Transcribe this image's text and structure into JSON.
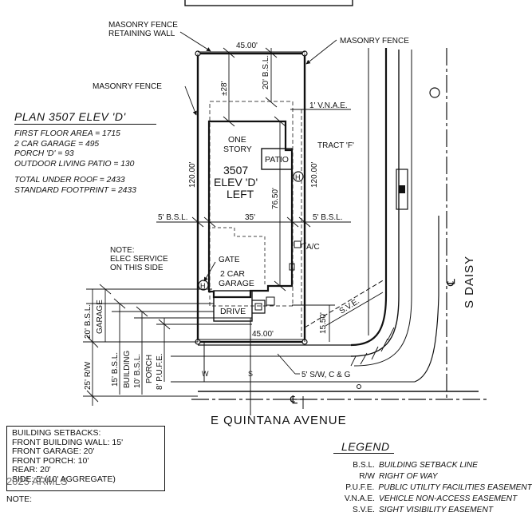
{
  "plan": {
    "title": "PLAN 3507 ELEV 'D'",
    "lines": [
      "FIRST FLOOR AREA = 1715",
      "2 CAR GARAGE = 495",
      "PORCH 'D' = 93",
      "OUTDOOR LIVING PATIO = 130"
    ],
    "totals": [
      "TOTAL UNDER ROOF = 2433",
      "STANDARD FOOTPRINT = 2433"
    ]
  },
  "callouts": {
    "masonry_retaining": "MASONRY FENCE",
    "masonry_retaining_2": "RETAINING WALL",
    "masonry_left": "MASONRY FENCE",
    "masonry_right": "MASONRY FENCE",
    "tract": "TRACT 'F'",
    "vnae": "1' V.N.A.E.",
    "note_label": "NOTE:",
    "elec_1": "ELEC SERVICE",
    "elec_2": "ON THIS SIDE",
    "gate": "GATE",
    "ac": "A/C",
    "sve": "S.V.E.",
    "sidewalk": "5' S/W, C & G"
  },
  "dims": {
    "top_width": "45.00'",
    "bottom_width": "45.00'",
    "depth_left": "120.00'",
    "depth_right": "120.00'",
    "rear_bsl": "20' B.S.L.",
    "rear_28": "±28'",
    "house_depth": "76.50'",
    "bsl_left": "5' B.S.L.",
    "bsl_right": "5' B.S.L.",
    "house_width": "35'",
    "sve_dim": "15.50'",
    "garage_bsl": "20' B.S.L.",
    "garage_word": "GARAGE",
    "rw": "25' R/W",
    "building_bsl": "15' B.S.L.",
    "building_word": "BUILDING",
    "porch_bsl": "10' B.S.L.",
    "porch_word": "PORCH",
    "pufe": "8' P.U.F.E."
  },
  "house": {
    "one": "ONE",
    "story": "STORY",
    "plan_num": "3507",
    "elev": "ELEV 'D'",
    "side": "LEFT",
    "patio": "PATIO",
    "garage_1": "2 CAR",
    "garage_2": "GARAGE",
    "drive": "DRIVE",
    "hose": "H"
  },
  "streets": {
    "avenue": "E QUINTANA AVENUE",
    "daisy": "S DAISY",
    "w_mark": "W",
    "s_mark": "S",
    "centerline": "℄"
  },
  "setbacks": {
    "title": "BUILDING SETBACKS:",
    "lines": [
      "FRONT BUILDING WALL: 15'",
      "FRONT GARAGE: 20'",
      "FRONT PORCH: 10'",
      "REAR: 20'",
      "SIDE: 5' (10' AGGREGATE)"
    ]
  },
  "legend": {
    "title": "LEGEND",
    "rows": [
      {
        "abbr": "B.S.L.",
        "def": "BUILDING SETBACK LINE"
      },
      {
        "abbr": "R/W",
        "def": "RIGHT OF WAY"
      },
      {
        "abbr": "P.U.F.E.",
        "def": "PUBLIC UTILITY FACILITIES EASEMENT"
      },
      {
        "abbr": "V.N.A.E.",
        "def": "VEHICLE NON-ACCESS EASEMENT"
      },
      {
        "abbr": "S.V.E.",
        "def": "SIGHT VISIBILITY EASEMENT"
      }
    ]
  },
  "footer": {
    "note": "NOTE:",
    "copyright": "2025 ARMLS"
  }
}
